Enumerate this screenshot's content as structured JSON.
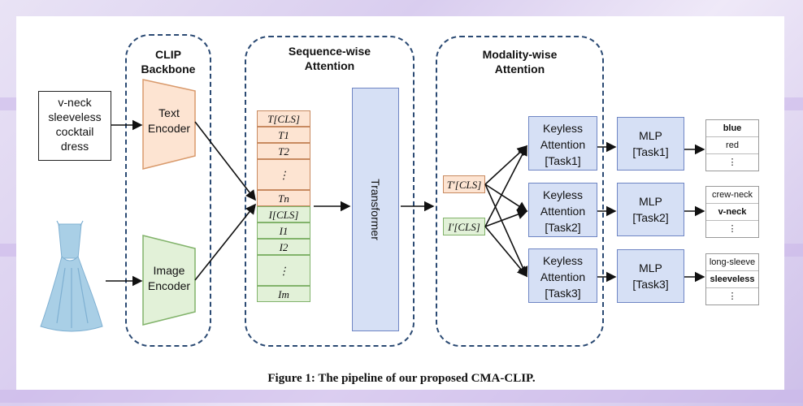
{
  "headers": {
    "clip": [
      "CLIP",
      "Backbone"
    ],
    "seq": [
      "Sequence-wise",
      "Attention"
    ],
    "mod": [
      "Modality-wise",
      "Attention"
    ]
  },
  "text_input": [
    "v-neck",
    "sleeveless",
    "cocktail",
    "dress"
  ],
  "encoders": {
    "text": [
      "Text",
      "Encoder"
    ],
    "image": [
      "Image",
      "Encoder"
    ]
  },
  "sequence": {
    "text_tokens": [
      "T[CLS]",
      "T1",
      "T2",
      "⋮",
      "Tn"
    ],
    "image_tokens": [
      "I[CLS]",
      "I1",
      "I2",
      "⋮",
      "Im"
    ]
  },
  "transformer_label": "Transformer",
  "cls_tokens": [
    "T′[CLS]",
    "I′[CLS]"
  ],
  "keyless": [
    [
      "Keyless",
      "Attention",
      "[Task1]"
    ],
    [
      "Keyless",
      "Attention",
      "[Task2]"
    ],
    [
      "Keyless",
      "Attention",
      "[Task3]"
    ]
  ],
  "mlp": [
    [
      "MLP",
      "[Task1]"
    ],
    [
      "MLP",
      "[Task2]"
    ],
    [
      "MLP",
      "[Task3]"
    ]
  ],
  "outputs": [
    {
      "items": [
        "blue",
        "red",
        "⋮"
      ],
      "bold_index": 0
    },
    {
      "items": [
        "crew-neck",
        "v-neck",
        "⋮"
      ],
      "bold_index": 1
    },
    {
      "items": [
        "long-sleeve",
        "sleeveless",
        "⋮"
      ],
      "bold_index": 1
    }
  ],
  "caption": "Figure 1: The pipeline of our proposed CMA-CLIP.",
  "colors": {
    "dash_border": "#2b4a73",
    "text_encoder": "#fde4d2",
    "image_encoder": "#e2f1d8",
    "attention_box": "#d6e0f5"
  }
}
